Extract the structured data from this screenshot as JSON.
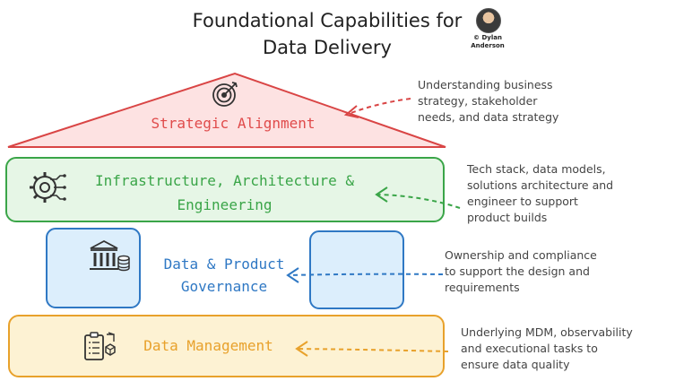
{
  "title": {
    "line1": "Foundational Capabilities for",
    "line2": "Data Delivery"
  },
  "author": {
    "line1": "© Dylan",
    "line2": "Anderson"
  },
  "layers": {
    "strategic": {
      "label": "Strategic Alignment",
      "note": [
        "Understanding business",
        "strategy, stakeholder",
        "needs, and data strategy"
      ],
      "color": "#e04b4b",
      "fill": "#fde2e2",
      "icon": "target-icon"
    },
    "infrastructure": {
      "label1": "Infrastructure, Architecture &",
      "label2": "Engineering",
      "note": [
        "Tech stack, data models,",
        "solutions architecture and",
        "engineer to support",
        "product builds"
      ],
      "color": "#3aa548",
      "fill": "#e6f6e6",
      "icon": "gear-circuit-icon"
    },
    "governance": {
      "label1": "Data & Product",
      "label2": "Governance",
      "note": [
        "Ownership and compliance",
        "to support the design and",
        "requirements"
      ],
      "color": "#2f78c4",
      "fill": "#dceefc",
      "icon": "bank-database-icon"
    },
    "management": {
      "label": "Data Management",
      "note": [
        "Underlying MDM, observability",
        "and executional tasks to",
        "ensure data quality"
      ],
      "color": "#e8a12b",
      "fill": "#fdf2d3",
      "icon": "checklist-icon"
    }
  }
}
